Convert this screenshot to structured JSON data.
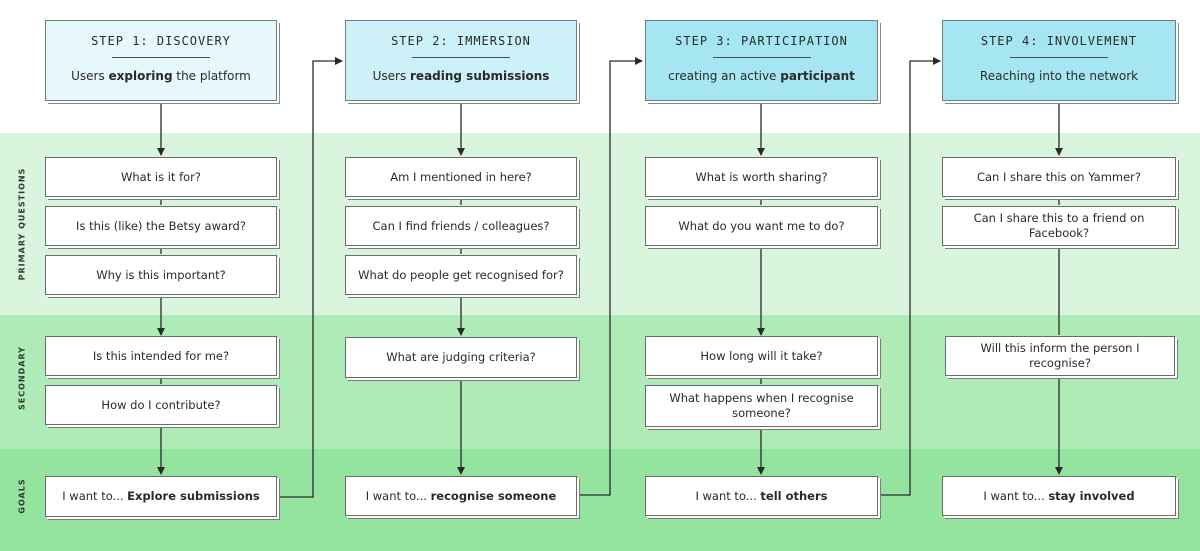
{
  "rows": [
    {
      "id": "primary",
      "label": "PRIMARY QUESTIONS"
    },
    {
      "id": "secondary",
      "label": "SECONDARY"
    },
    {
      "id": "goals",
      "label": "GOALS"
    }
  ],
  "steps": [
    {
      "title": "STEP 1: DISCOVERY",
      "subtitle_pre": "Users ",
      "subtitle_bold": "exploring",
      "subtitle_post": " the platform",
      "color": "#e6f8fc",
      "primary": [
        "What is it for?",
        "Is this (like) the Betsy award?",
        "Why is this important?"
      ],
      "secondary": [
        "Is this intended for me?",
        "How do I contribute?"
      ],
      "goal_pre": "I want to... ",
      "goal_bold": "Explore submissions"
    },
    {
      "title": "STEP 2: IMMERSION",
      "subtitle_pre": "Users ",
      "subtitle_bold": "reading submissions",
      "subtitle_post": "",
      "color": "#cdf1f8",
      "primary": [
        "Am I mentioned in here?",
        "Can I find friends / colleagues?",
        "What do people get recognised for?"
      ],
      "secondary": [
        "What are judging criteria?"
      ],
      "goal_pre": "I want to... ",
      "goal_bold": "recognise someone"
    },
    {
      "title": "STEP 3: PARTICIPATION",
      "subtitle_pre": "creating an active ",
      "subtitle_bold": "participant",
      "subtitle_post": "",
      "color": "#a6e6f2",
      "primary": [
        "What is worth sharing?",
        "What do you want me to do?"
      ],
      "secondary": [
        "How long will it take?",
        "What happens when I recognise someone?"
      ],
      "goal_pre": "I want to... ",
      "goal_bold": "tell others"
    },
    {
      "title": "STEP 4: INVOLVEMENT",
      "subtitle_pre": "Reaching into the network",
      "subtitle_bold": "",
      "subtitle_post": "",
      "color": "#a6e6f2",
      "primary": [
        "Can I share this on Yammer?",
        "Can I share this to a friend on Facebook?"
      ],
      "secondary": [
        "Will this inform the person I recognise?"
      ],
      "goal_pre": "I want to... ",
      "goal_bold": "stay involved"
    }
  ]
}
